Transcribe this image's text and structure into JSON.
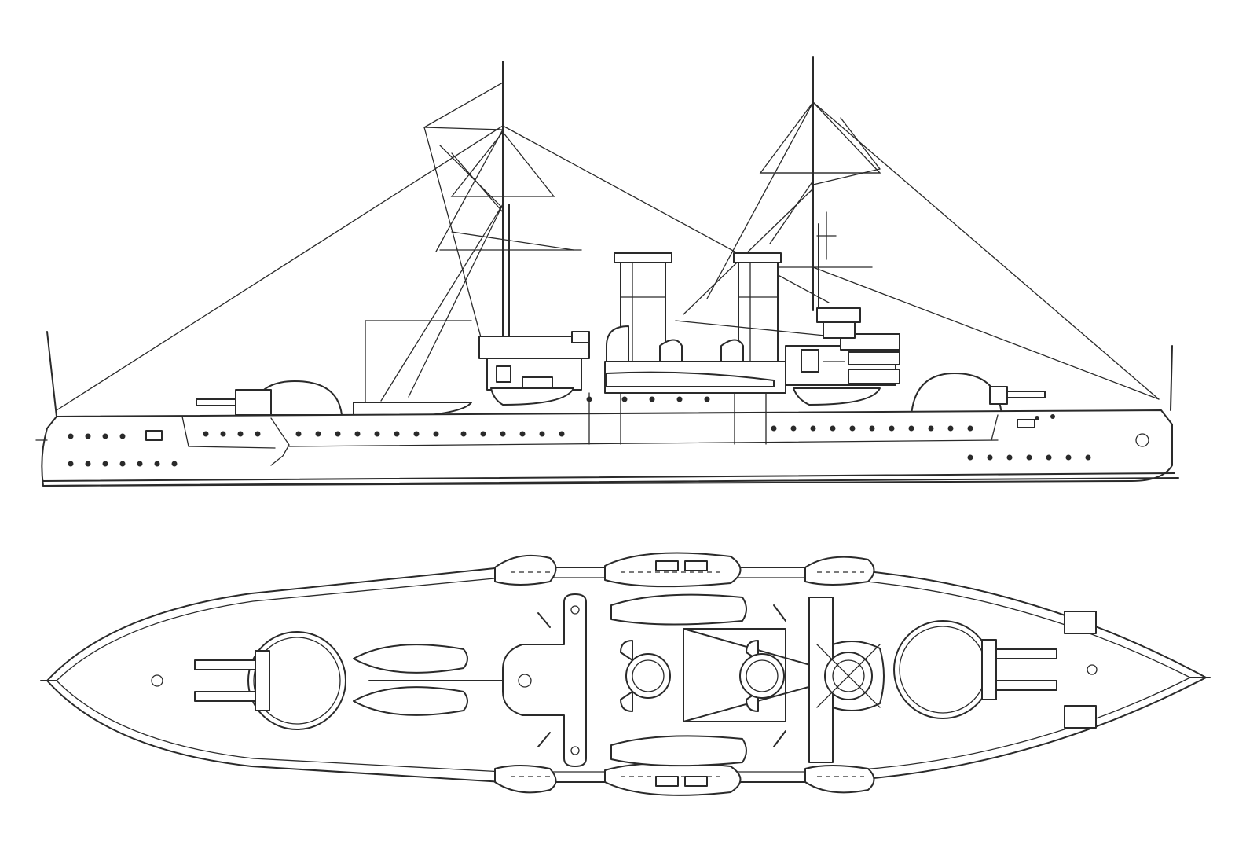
{
  "drawing": {
    "ink_color": "#2a2a2a",
    "background_color": "#ffffff",
    "views": [
      "side-elevation",
      "plan-view"
    ],
    "elements": {
      "masts": 2,
      "funnels": 2,
      "main_gun_turrets": 2,
      "barrels_per_turret": 2,
      "funnel_caps_in_plan": 2
    }
  }
}
